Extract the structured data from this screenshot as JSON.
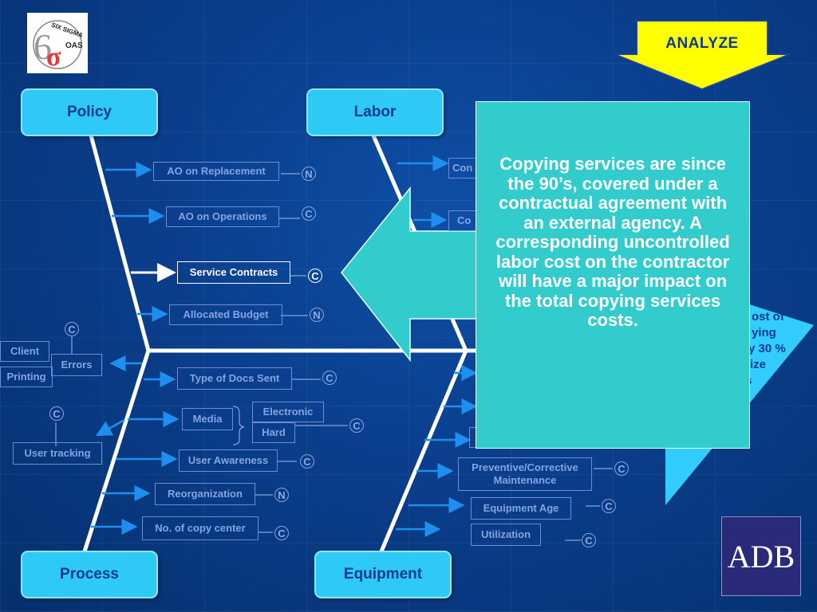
{
  "logo": {
    "top_text": "SIX SIGMA",
    "side_text": "OAS",
    "sigma": "σ",
    "six": "6"
  },
  "phase": {
    "label": "ANALYZE"
  },
  "categories": {
    "policy": "Policy",
    "labor": "Labor",
    "process": "Process",
    "equipment": "Equipment"
  },
  "policy_causes": [
    {
      "label": "AO on Replacement",
      "code": "N"
    },
    {
      "label": "AO on Operations",
      "code": "C"
    },
    {
      "label": "Service Contracts",
      "code": "C"
    },
    {
      "label": "Allocated  Budget",
      "code": "N"
    }
  ],
  "process_causes": [
    {
      "label": "Type of Docs Sent",
      "code": "C"
    },
    {
      "label": "Media",
      "code": "C"
    },
    {
      "label": "Electronic"
    },
    {
      "label": "Hard"
    },
    {
      "label": "User Awareness",
      "code": "C"
    },
    {
      "label": "Reorganization",
      "code": "N"
    },
    {
      "label": "No. of copy center",
      "code": "C"
    }
  ],
  "process_subcauses": {
    "client": "Client",
    "printing": "Printing",
    "errors": "Errors",
    "errors_code": "C",
    "user_tracking": "User tracking",
    "user_tracking_code": "C"
  },
  "labor_causes": [
    {
      "label": "Con"
    },
    {
      "label": "Co"
    }
  ],
  "equipment_causes": [
    {
      "label": "Preventive/Corrective Maintenance",
      "code": "C"
    },
    {
      "label": "Equipment Age",
      "code": "C"
    },
    {
      "label": "Utilization",
      "code": "C"
    }
  ],
  "effect": {
    "lines": [
      "ost of",
      "ying",
      "y 30 %",
      "ize",
      "s"
    ]
  },
  "callout": {
    "text": "Copying services are since the 90’s, covered under a contractual agreement with an external agency. A corresponding uncontrolled labor cost on the contractor will have a major impact on the total copying services costs."
  },
  "org_logo": {
    "text": "ADB"
  },
  "colors": {
    "background": "#0a3e8c",
    "category_box": "#2ec9f4",
    "callout": "#33cccc",
    "analyze_arrow": "#ffff00",
    "effect_arrow": "#33ccff"
  }
}
